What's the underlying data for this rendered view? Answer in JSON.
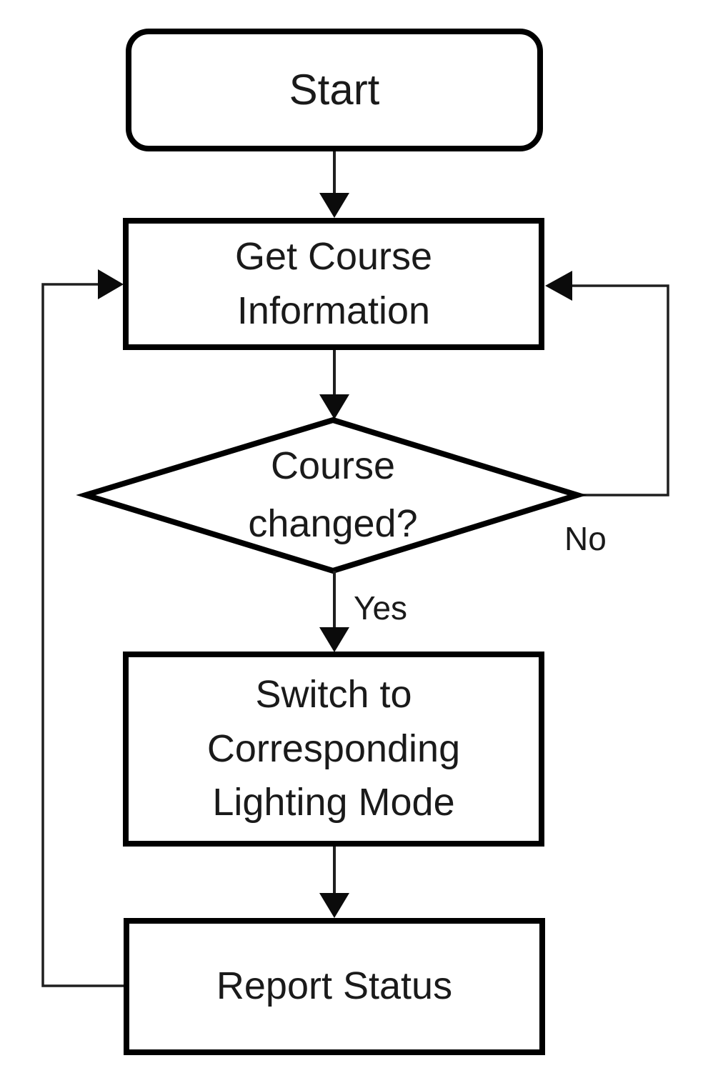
{
  "diagram": {
    "type": "flowchart",
    "colors": {
      "line": "#000000",
      "text": "#1a1a1a",
      "background": "#ffffff"
    },
    "nodes": {
      "start": {
        "type": "terminator",
        "label": "Start"
      },
      "get_course_info": {
        "type": "process",
        "label": "Get Course Information"
      },
      "course_changed": {
        "type": "decision",
        "label": "Course changed?"
      },
      "switch_mode": {
        "type": "process",
        "label": "Switch to Corresponding Lighting Mode"
      },
      "report_status": {
        "type": "process",
        "label": "Report Status"
      }
    },
    "edges": {
      "start_to_get": {
        "from": "start",
        "to": "get_course_info",
        "label": ""
      },
      "get_to_decision": {
        "from": "get_course_info",
        "to": "course_changed",
        "label": ""
      },
      "decision_yes": {
        "from": "course_changed",
        "to": "switch_mode",
        "label": "Yes"
      },
      "decision_no": {
        "from": "course_changed",
        "to": "get_course_info",
        "label": "No"
      },
      "switch_to_report": {
        "from": "switch_mode",
        "to": "report_status",
        "label": ""
      },
      "report_to_get": {
        "from": "report_status",
        "to": "get_course_info",
        "label": ""
      }
    }
  }
}
